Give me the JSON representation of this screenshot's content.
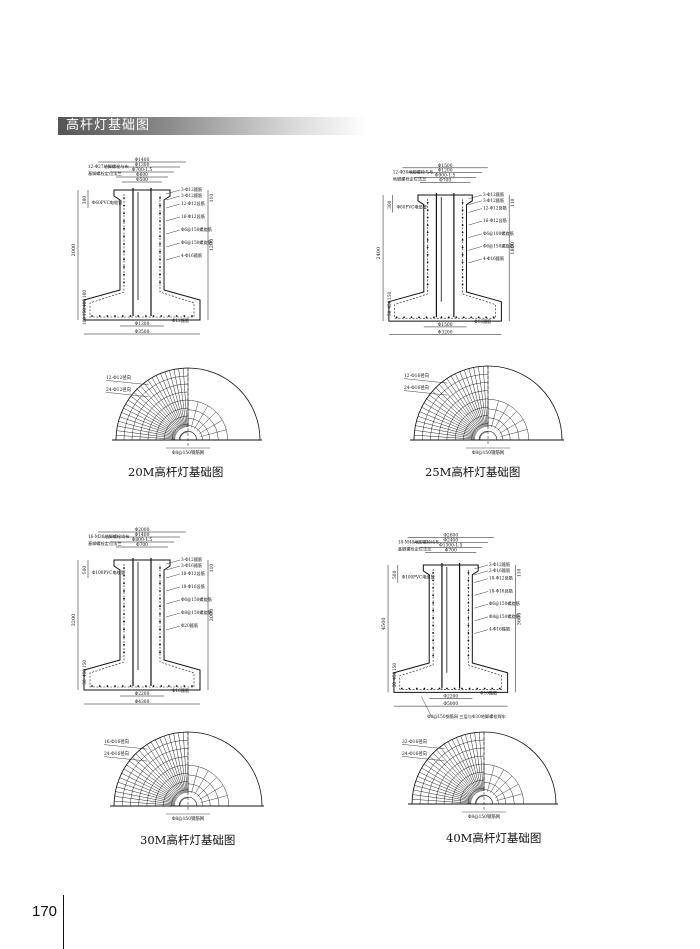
{
  "header": {
    "title": "高杆灯基础图"
  },
  "page_number": "170",
  "drawings": [
    {
      "caption": "20M高杆灯基础图",
      "dims_top": [
        "Φ1400",
        "Φ1300",
        "Φ700-1.5",
        "Φ600",
        "Φ500"
      ],
      "labels_left": [
        "12-Φ27地脚螺栓与布",
        "基脚螺栓定位法兰"
      ],
      "labels_right": [
        "3-Φ12箍筋",
        "3-Φ12箍筋",
        "12-Φ12竖筋",
        "16-Φ12竖筋",
        "Φ6@150螺旋筋",
        "Φ6@150螺旋筋",
        "4-Φ16箍筋"
      ],
      "labels_mid": [
        "Φ60PVC电缆管"
      ],
      "dims_left": [
        "2000",
        "300",
        "100",
        "400",
        "150",
        "100"
      ],
      "dims_right": [
        "110",
        "1200"
      ],
      "dims_bottom": [
        "Φ1300",
        "Φ3500",
        "Φ12箍筋"
      ],
      "plan_labels": [
        "12-Φ12径向",
        "24-Φ12径向"
      ],
      "plan_bottom": "Φ8@150钢筋网",
      "plan_kind": "20"
    },
    {
      "caption": "25M高杆灯基础图",
      "dims_top": [
        "Φ1500",
        "Φ1200",
        "Φ900-1.5",
        "Φ700"
      ],
      "labels_left": [
        "12-Φ30地脚螺栓与布",
        "地脚螺栓定位法兰"
      ],
      "labels_right": [
        "3-Φ12箍筋",
        "3-Φ12箍筋",
        "12-Φ12竖筋",
        "16-Φ12竖筋",
        "Φ6@100螺旋筋",
        "Φ6@150螺旋筋",
        "4-Φ16箍筋"
      ],
      "labels_mid": [
        "Φ80PVC电缆管"
      ],
      "dims_left": [
        "2400",
        "300",
        "150",
        "450",
        "50"
      ],
      "dims_right": [
        "110",
        "1800"
      ],
      "dims_bottom": [
        "Φ1500",
        "Φ3200",
        "Φ16箍筋"
      ],
      "plan_labels": [
        "12-Φ16径向",
        "24-Φ16径向"
      ],
      "plan_bottom": "Φ8@150钢筋网",
      "plan_kind": "25"
    },
    {
      "caption": "30M高杆灯基础图",
      "dims_top": [
        "Φ2000",
        "Φ1400",
        "Φ800-1.5",
        "Φ700"
      ],
      "labels_left": [
        "16-M36地脚螺栓均布",
        "基脚螺栓定位法兰"
      ],
      "labels_right": [
        "3-Φ12箍筋",
        "3-Φ16箍筋",
        "18-Φ12竖筋",
        "18-Φ16竖筋",
        "Φ6@150螺旋筋",
        "Φ8@150螺旋筋",
        "Φ20箍筋"
      ],
      "labels_mid": [
        "Φ100PVC电缆管"
      ],
      "dims_left": [
        "3200",
        "500",
        "150",
        "450",
        "50"
      ],
      "dims_right": [
        "110",
        "2000"
      ],
      "dims_bottom": [
        "Φ2200",
        "Φ4300",
        "Φ16箍筋"
      ],
      "plan_labels": [
        "16-Φ16径向",
        "24-Φ16径向"
      ],
      "plan_bottom": "Φ8@150钢筋网",
      "plan_kind": "30"
    },
    {
      "caption": "40M高杆灯基础图",
      "dims_top": [
        "Φ2600",
        "Φ2400",
        "Φ1300-1.5",
        "Φ700"
      ],
      "labels_left": [
        "18-M48地脚螺栓均布",
        "基脚螺栓定位法兰"
      ],
      "labels_right": [
        "3-Φ12箍筋",
        "3-Φ16箍筋",
        "18-Φ12竖筋",
        "18-Φ16竖筋",
        "Φ6@150螺旋筋",
        "Φ8@150螺旋筋",
        "4-Φ16箍筋"
      ],
      "labels_mid": [
        "Φ100PVC电缆管"
      ],
      "dims_left": [
        "4500",
        "500",
        "150",
        "450",
        "50"
      ],
      "dims_right": [
        "110",
        "3600"
      ],
      "dims_bottom": [
        "Φ2200",
        "Φ5000",
        "Φ16箍筋"
      ],
      "extra_note": "Φ8@150钢筋网 三层与Φ30地脚螺栓焊牢",
      "plan_labels": [
        "32-Φ16径向",
        "24-Φ16径向"
      ],
      "plan_bottom": "Φ8@150钢筋网",
      "plan_kind": "40"
    }
  ],
  "colors": {
    "ink": "#111111",
    "header_dark": "#555555"
  }
}
